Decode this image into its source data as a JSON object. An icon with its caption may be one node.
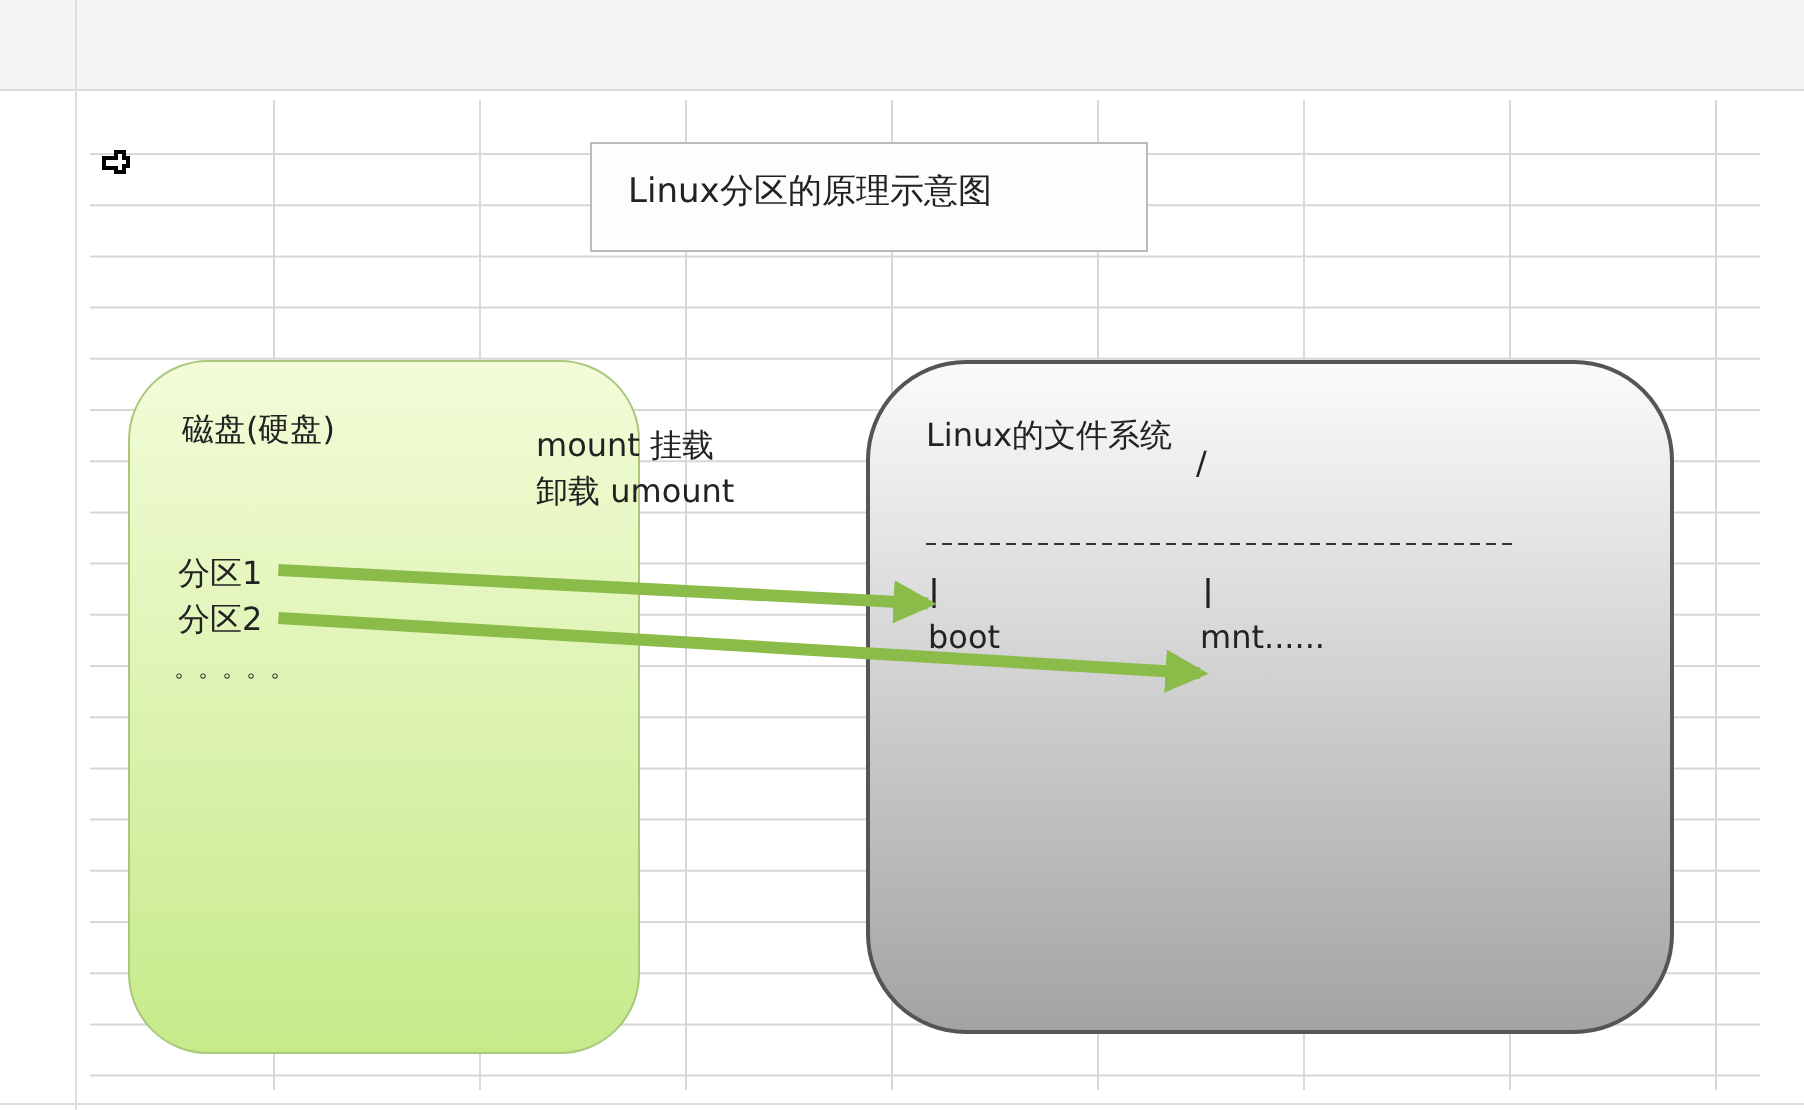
{
  "diagram": {
    "nodes": [
      {
        "text": [
          "Linux分区的原理示意图"
        ]
      },
      {
        "text": [
          "磁盘(硬盘)"
        ]
      },
      {
        "text": [
          "分区1"
        ],
        "in": 1
      },
      {
        "text": [
          "分区2"
        ],
        "in": 1
      },
      {
        "text": [
          "Linux的文件系统"
        ]
      },
      {
        "text": [
          "boot"
        ],
        "in": 4
      },
      {
        "text": [
          "mnt......"
        ],
        "in": 4
      }
    ],
    "edges": [
      {
        "from": 2,
        "to": 5,
        "arrow": "to"
      },
      {
        "from": 3,
        "to": 6,
        "arrow": "to"
      }
    ],
    "labels": [
      "mount 挂载",
      "卸载 umount",
      "/",
      "。。。。。"
    ]
  }
}
